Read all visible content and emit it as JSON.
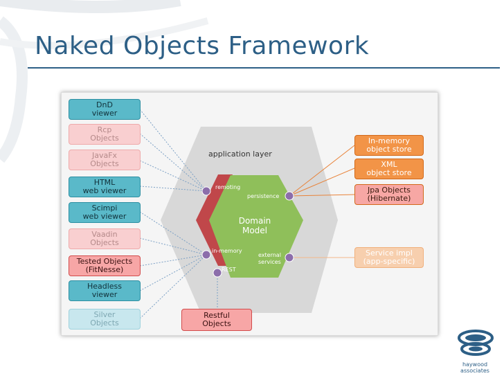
{
  "slide": {
    "title": "Naked Objects Framework"
  },
  "left_viewers": [
    {
      "label": "DnD\nviewer",
      "style": "teal"
    },
    {
      "label": "Rcp\nObjects",
      "style": "pink-faint"
    },
    {
      "label": "JavaFx\nObjects",
      "style": "pink-faint"
    },
    {
      "label": "HTML\nweb viewer",
      "style": "teal"
    },
    {
      "label": "Scimpi\nweb viewer",
      "style": "teal"
    },
    {
      "label": "Vaadin\nObjects",
      "style": "pink-faint"
    },
    {
      "label": "Tested Objects\n(FitNesse)",
      "style": "pink"
    },
    {
      "label": "Headless\nviewer",
      "style": "teal"
    },
    {
      "label": "Silver\nObjects",
      "style": "teal-faint"
    }
  ],
  "right_stores": [
    {
      "label": "In-memory\nobject store",
      "style": "orange"
    },
    {
      "label": "XML\nobject store",
      "style": "orange"
    },
    {
      "label": "Jpa Objects\n(Hibernate)",
      "style": "orange-pink"
    },
    {
      "label": "Service impl\n(app-specific)",
      "style": "orange-faint"
    }
  ],
  "bottom_box": {
    "label": "Restful\nObjects",
    "style": "pink"
  },
  "hexagon": {
    "outer_label": "application layer",
    "inner_label": "Domain\nModel",
    "port_remoting": "remoting",
    "port_persistence": "persistence",
    "port_in_memory": "in-memory",
    "port_external": "external\nservices",
    "port_rest": "REST"
  },
  "logo": {
    "text": "haywood\nassociates"
  },
  "colors": {
    "title": "#2d5f86",
    "domain_green": "#8fbf5a",
    "hex_gray": "#d8d8d8",
    "remoting_red": "#c0474a",
    "port_purple": "#8c6eab",
    "link_blue": "#7a9fc4",
    "link_orange": "#e8833a"
  }
}
